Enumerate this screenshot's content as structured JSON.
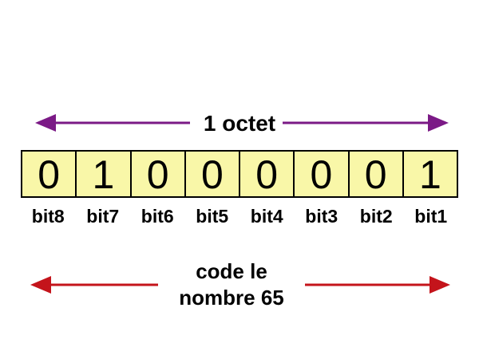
{
  "octet_label": "1 octet",
  "bits": [
    {
      "value": "0",
      "name": "bit8"
    },
    {
      "value": "1",
      "name": "bit7"
    },
    {
      "value": "0",
      "name": "bit6"
    },
    {
      "value": "0",
      "name": "bit5"
    },
    {
      "value": "0",
      "name": "bit4"
    },
    {
      "value": "0",
      "name": "bit3"
    },
    {
      "value": "0",
      "name": "bit2"
    },
    {
      "value": "1",
      "name": "bit1"
    }
  ],
  "code_label": {
    "line1": "code le",
    "line2": "nombre 65"
  },
  "colors": {
    "octet_arrow": "#7b1a86",
    "code_arrow": "#c4141b",
    "cell_fill": "#f9f7a8"
  }
}
